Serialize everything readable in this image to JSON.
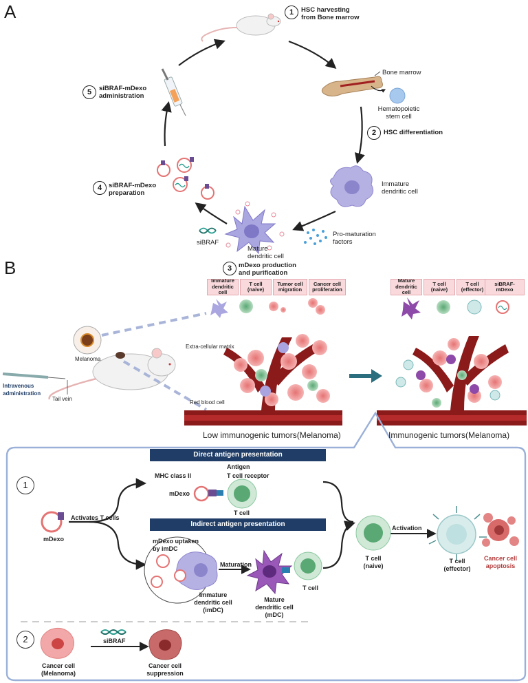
{
  "panels": {
    "a": "A",
    "b": "B"
  },
  "cycle": {
    "step1": {
      "num": "1",
      "text": "HSC harvesting\nfrom Bone marrow"
    },
    "bone_marrow": "Bone marrow",
    "hsc": "Hematopoietic\nstem cell",
    "step2": {
      "num": "2",
      "text": "HSC differentiation"
    },
    "immature_dc": "Immature\ndendritic cell",
    "pro_maturation": "Pro-maturation\nfactors",
    "mature_dc": "Mature\ndendritic cell",
    "sibraf": "siBRAF",
    "step3": {
      "num": "3",
      "text": "mDexo production\nand purification"
    },
    "step4": {
      "num": "4",
      "text": "siBRAF-mDexo\npreparation"
    },
    "step5": {
      "num": "5",
      "text": "siBRAF-mDexo\nadministration"
    }
  },
  "panel_b": {
    "left_headers": [
      "Immature\ndendritic cell",
      "T cell (naive)",
      "Tumor cell\nmigration",
      "Cancer cell\nproliferation"
    ],
    "right_headers": [
      "Mature\ndendritic cell",
      "T cell\n(naive)",
      "T cell\n(effector)",
      "siBRAF-mDexo"
    ],
    "melanoma": "Melanoma",
    "intravenous": "Intravenous\nadministration",
    "tail_vein": "Tail vein",
    "ecm": "Extra-cellular matrix",
    "rbc": "Red blood cell",
    "low_caption": "Low immunogenic tumors(Melanoma)",
    "high_caption": "Immunogenic tumors(Melanoma)"
  },
  "mechanism": {
    "num1": "1",
    "num2": "2",
    "direct_banner": "Direct antigen presentation",
    "indirect_banner": "Indirect antigen presentation",
    "antigen": "Antigen",
    "tcr": "T cell receptor",
    "mhc": "MHC class II",
    "mdexo_small": "mDexo",
    "tcell": "T cell",
    "mdexo": "mDexo",
    "activates": "Activates T cells",
    "uptake": "mDexo uptaken\nby imDC",
    "maturation": "Maturation",
    "imdc": "Immature\ndendritic cell\n(imDC)",
    "mdc": "Mature\ndendritic cell\n(mDC)",
    "tcell2": "T cell",
    "tcell_naive": "T cell\n(naive)",
    "activation": "Activation",
    "tcell_effector": "T cell\n(effector)",
    "apoptosis": "Cancer cell\napoptosis",
    "cancer_cell": "Cancer cell\n(Melanoma)",
    "sibraf": "siBRAF",
    "suppression": "Cancer cell\nsuppression"
  },
  "colors": {
    "navy": "#1f3d66",
    "frame": "#9ab0d8",
    "apoptosis": "#b23a3a",
    "vessel": "#8b1a1a",
    "header_fill": "#f9d9dc"
  }
}
